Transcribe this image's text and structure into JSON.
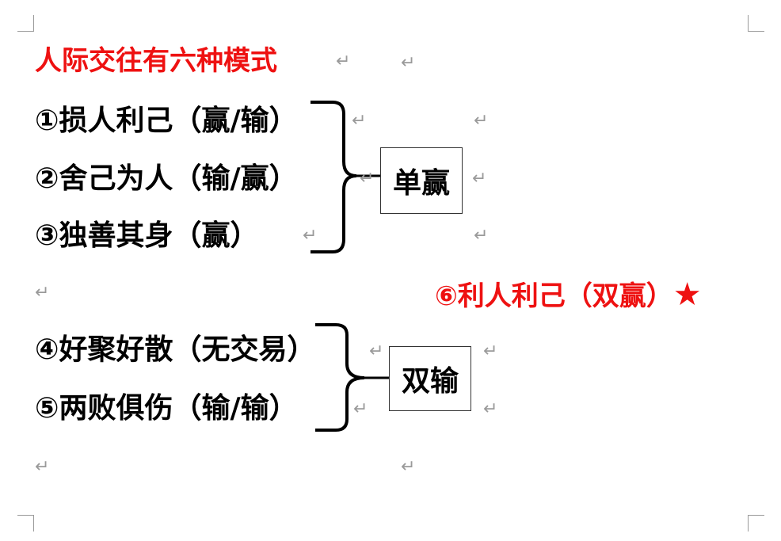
{
  "title": "人际交往有六种模式",
  "items": [
    "①损人利己（赢/输）",
    "②舍己为人（输/赢）",
    "③独善其身（赢）",
    "④好聚好散（无交易）",
    "⑤两败俱伤（输/输）"
  ],
  "groups": {
    "single_win": "单赢",
    "double_lose": "双输"
  },
  "best": {
    "label": "⑥利人利己（双赢）",
    "star": "★"
  },
  "paragraph_mark": "↵",
  "colors": {
    "title": "#ee1111",
    "text": "#000000",
    "mark": "#9a9a9a"
  }
}
